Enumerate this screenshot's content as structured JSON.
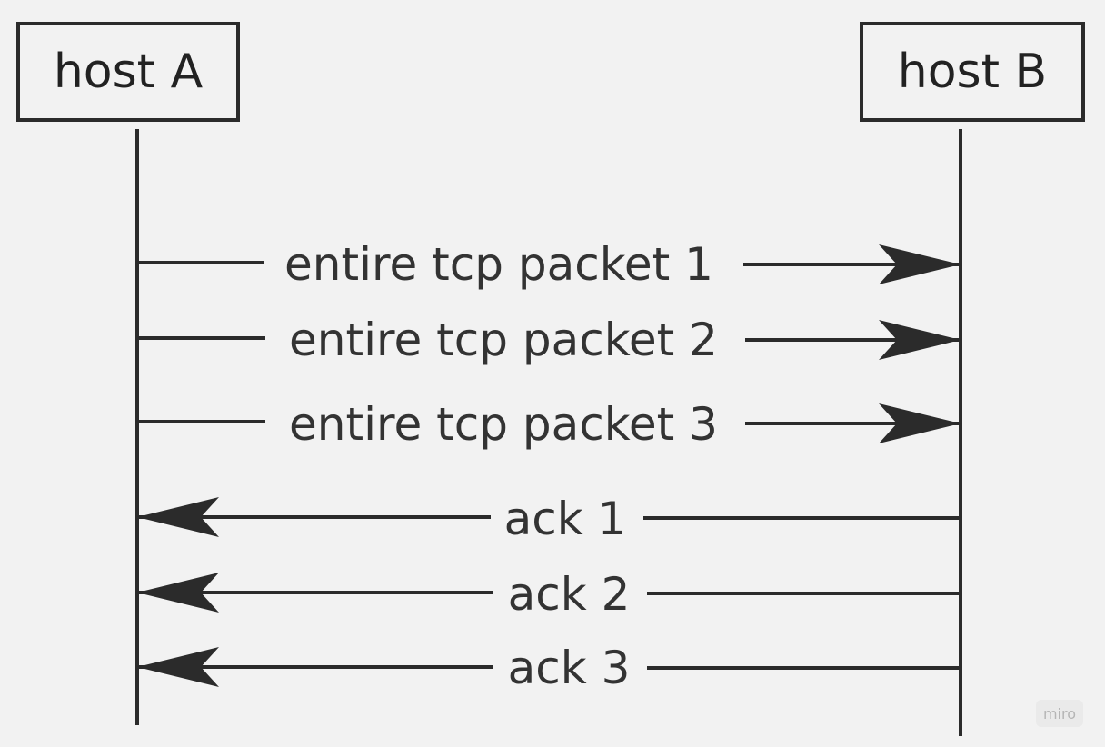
{
  "participants": {
    "host_a": "host A",
    "host_b": "host B"
  },
  "messages": [
    {
      "label": "entire tcp packet 1",
      "from": "host A",
      "to": "host B"
    },
    {
      "label": "entire tcp packet 2",
      "from": "host A",
      "to": "host B"
    },
    {
      "label": "entire tcp packet 3",
      "from": "host A",
      "to": "host B"
    },
    {
      "label": "ack 1",
      "from": "host B",
      "to": "host A"
    },
    {
      "label": "ack 2",
      "from": "host B",
      "to": "host A"
    },
    {
      "label": "ack 3",
      "from": "host B",
      "to": "host A"
    }
  ],
  "watermark": "miro",
  "colors": {
    "background": "#f2f2f2",
    "line": "#2b2b2b",
    "text": "#333333"
  }
}
